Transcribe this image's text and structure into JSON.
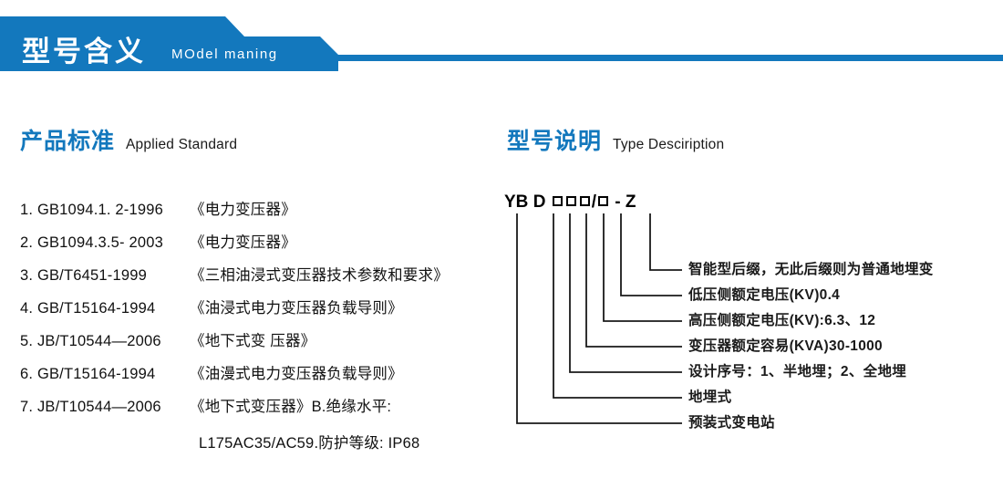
{
  "banner": {
    "title": "型号含义",
    "subtitle": "MOdel maning",
    "color": "#1378bd"
  },
  "sections": {
    "left": {
      "cn": "产品标准",
      "en": "Applied Standard"
    },
    "right": {
      "cn": "型号说明",
      "en": "Type Desciription"
    }
  },
  "standards": [
    {
      "index": "1.",
      "code": "GB1094.1. 2-1996",
      "name": "《电力变压器》"
    },
    {
      "index": "2.",
      "code": "GB1094.3.5- 2003",
      "name": "《电力变压器》"
    },
    {
      "index": "3.",
      "code": "GB/T6451-1999",
      "name": "《三相油浸式变压器技术参数和要求》"
    },
    {
      "index": "4.",
      "code": "GB/T15164-1994",
      "name": "《油浸式电力变压器负载导则》"
    },
    {
      "index": "5.",
      "code": "JB/T10544—2006",
      "name": "《地下式变 压器》"
    },
    {
      "index": "6.",
      "code": "GB/T15164-1994",
      "name": "《油漫式电力变压器负载导则》"
    },
    {
      "index": "7.",
      "code": "JB/T10544—2006",
      "name": "《地下式变压器》B.绝缘水平:"
    }
  ],
  "standards_continuation": "L175AC35/AC59.防护等级: IP68",
  "type_code": {
    "segments": [
      {
        "kind": "text",
        "text": "YB"
      },
      {
        "kind": "space"
      },
      {
        "kind": "text",
        "text": "D"
      },
      {
        "kind": "space"
      },
      {
        "kind": "box"
      },
      {
        "kind": "box"
      },
      {
        "kind": "box"
      },
      {
        "kind": "text",
        "text": "/"
      },
      {
        "kind": "box"
      },
      {
        "kind": "space"
      },
      {
        "kind": "text",
        "text": "-"
      },
      {
        "kind": "space"
      },
      {
        "kind": "text",
        "text": "Z"
      }
    ],
    "full_code": "YB D □□□/□ - Z"
  },
  "leaders": [
    {
      "label": "智能型后缀，无此后缀则为普通地埋变"
    },
    {
      "label": "低压侧额定电压(KV)0.4"
    },
    {
      "label": "高压侧额定电压(KV):6.3、12"
    },
    {
      "label": "变压器额定容易(KVA)30-1000"
    },
    {
      "label": "设计序号：1、半地埋；2、全地埋"
    },
    {
      "label": "地埋式"
    },
    {
      "label": "预装式变电站"
    }
  ]
}
